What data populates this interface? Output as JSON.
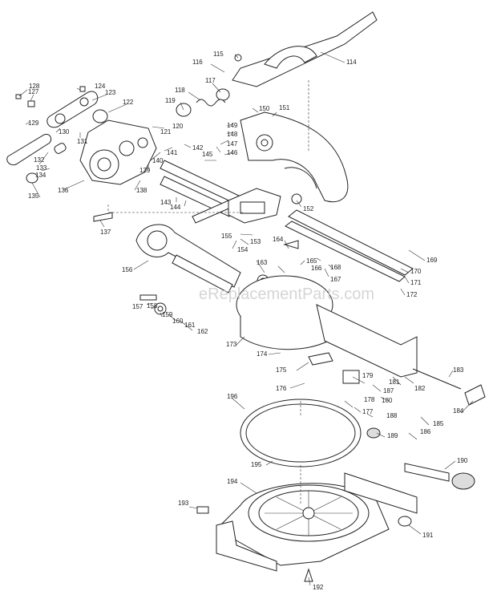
{
  "watermark": "eReplacementParts.com",
  "part_labels": [
    "114",
    "115",
    "116",
    "117",
    "118",
    "119",
    "120",
    "121",
    "122",
    "123",
    "124",
    "127",
    "128",
    "129",
    "130",
    "131",
    "132",
    "133",
    "134",
    "135",
    "136",
    "137",
    "138",
    "139",
    "140",
    "141",
    "142",
    "143",
    "144",
    "145",
    "146",
    "147",
    "148",
    "149",
    "150",
    "151",
    "152",
    "153",
    "154",
    "155",
    "156",
    "157",
    "158",
    "159",
    "160",
    "161",
    "162",
    "163",
    "164",
    "165",
    "166",
    "167",
    "168",
    "169",
    "170",
    "171",
    "172",
    "173",
    "174",
    "175",
    "176",
    "177",
    "178",
    "179",
    "180",
    "181",
    "182",
    "183",
    "184",
    "185",
    "186",
    "187",
    "188",
    "189",
    "190",
    "191",
    "192",
    "193",
    "194",
    "195",
    "196"
  ]
}
